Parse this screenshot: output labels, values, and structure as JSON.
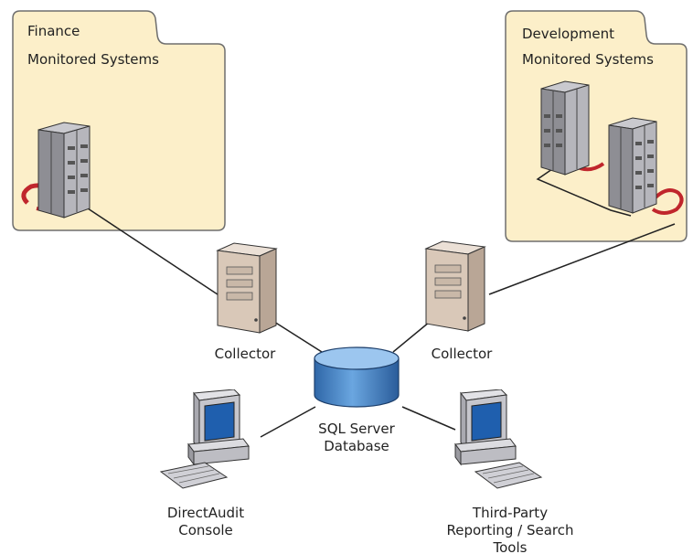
{
  "groups": {
    "finance": {
      "name": "Finance",
      "subtitle": "Monitored Systems"
    },
    "development": {
      "name": "Development",
      "subtitle": "Monitored Systems"
    }
  },
  "nodes": {
    "collector_left": "Collector",
    "collector_right": "Collector",
    "database_line1": "SQL Server",
    "database_line2": "Database",
    "console_line1": "DirectAudit",
    "console_line2": "Console",
    "tools_line1": "Third-Party",
    "tools_line2": "Reporting / Search",
    "tools_line3": "Tools"
  },
  "colors": {
    "folder_fill": "#fcefc9",
    "folder_stroke": "#6e6e6e",
    "server_gray": "#9a9aa0",
    "collector_beige": "#d9c8b8",
    "database_blue": "#3f7fc4",
    "agent_red": "#c0262c"
  }
}
